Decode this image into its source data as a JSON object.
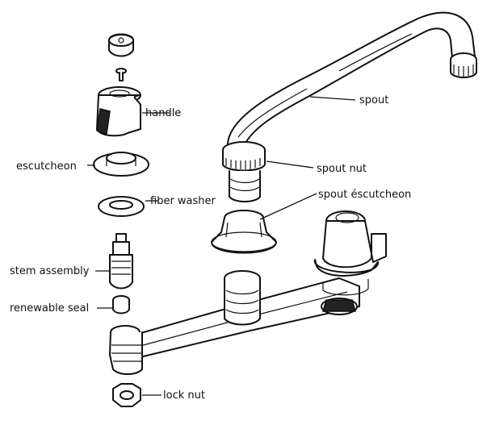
{
  "labels": {
    "spout": "spout",
    "handle": "handle",
    "escutcheon": "escutcheon",
    "spout_nut": "spout nut",
    "spout_escutcheon": "spout éscutcheon",
    "fiber_washer": "fiber washer",
    "stem_assembly": "stem assembly",
    "renewable_seal": "renewable seal",
    "lock_nut": "lock nut"
  },
  "colors": {
    "line": "#111111",
    "background": "#ffffff"
  }
}
